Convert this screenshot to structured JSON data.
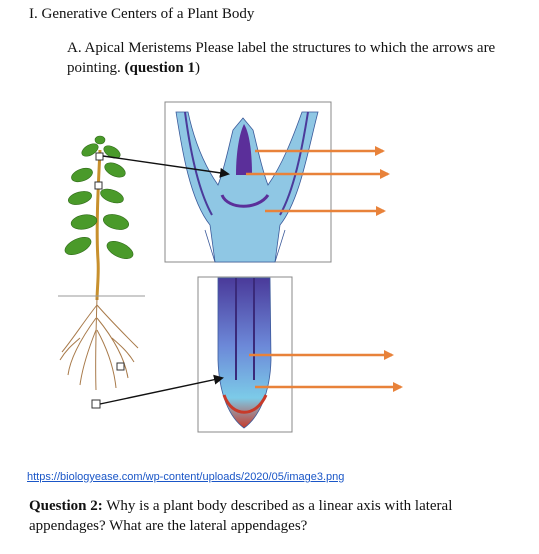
{
  "heading": "I.  Generative Centers of a Plant Body",
  "section": {
    "label": "A.  Apical Meristems",
    "instruction": "Please label the structures to which the arrows are pointing.",
    "question_ref": "(question 1",
    "question_ref_close": ")"
  },
  "figure": {
    "arrow_color": "#e8823a",
    "pointer_color": "#111111",
    "stem_color": "#c8902d",
    "leaf_color": "#4a9a2a",
    "tissue_color": "#6fb7d8",
    "meristem_color": "#5b2f9a"
  },
  "source_link": "https://biologyease.com/wp-content/uploads/2020/05/image3.png",
  "question2": {
    "label": "Question 2:",
    "text": " Why is a plant body described as a linear axis with lateral appendages?  What are the lateral appendages?"
  }
}
